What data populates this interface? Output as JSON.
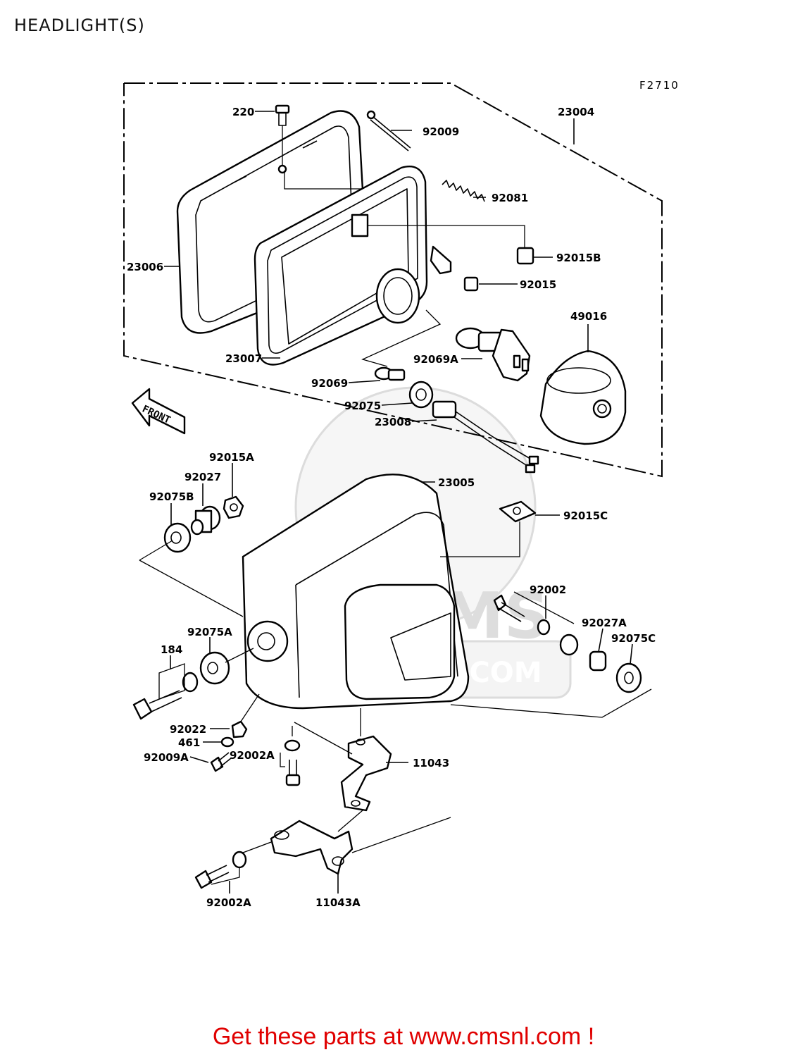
{
  "title": "HEADLIGHT(S)",
  "figure_code": "F2710",
  "front_arrow_label": "FRONT",
  "watermark_text": "CMS",
  "watermark_url": "WWW.CMS     .COM",
  "footer_cta": "Get these parts at www.cmsnl.com !",
  "parts": {
    "p220": "220",
    "p92009": "92009",
    "p23004": "23004",
    "p92081": "92081",
    "p23006": "23006",
    "p92015B": "92015B",
    "p92015": "92015",
    "p49016": "49016",
    "p23007": "23007",
    "p92069A": "92069A",
    "p92069": "92069",
    "p92075": "92075",
    "p23008": "23008",
    "p92015A": "92015A",
    "p92027": "92027",
    "p92075B": "92075B",
    "p23005": "23005",
    "p92015C": "92015C",
    "p92002": "92002",
    "p92075A": "92075A",
    "p92027A": "92027A",
    "p92075C": "92075C",
    "p184": "184",
    "p92022": "92022",
    "p461": "461",
    "p92009A": "92009A",
    "p92002A_mid": "92002A",
    "p11043": "11043",
    "p92002A_bottom": "92002A",
    "p11043A": "11043A"
  },
  "colors": {
    "footer": "#e00000",
    "watermark": "#e6e6e6",
    "line": "#000000"
  }
}
